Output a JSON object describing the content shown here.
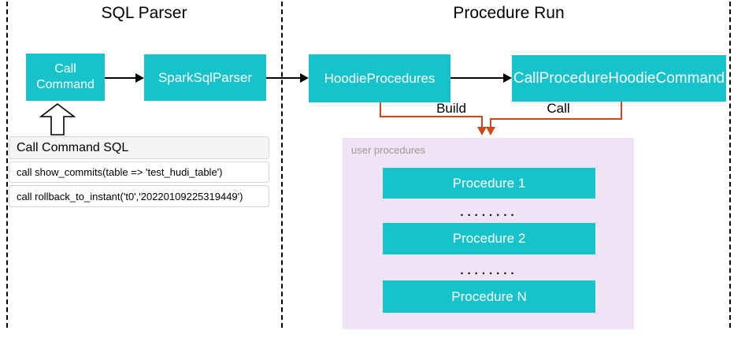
{
  "sections": {
    "sql_parser": {
      "title": "SQL Parser"
    },
    "procedure_run": {
      "title": "Procedure Run"
    }
  },
  "nodes": {
    "call_command": "Call Command",
    "spark_sql_parser": "SparkSqlParser",
    "hoodie_procedures": "HoodieProcedures",
    "call_procedure_hoodie_command": "CallProcedureHoodieCommand"
  },
  "sql_list": {
    "header": "Call Command SQL",
    "rows": [
      "call show_commits(table => 'test_hudi_table')",
      "call rollback_to_instant('t0','20220109225319449')"
    ]
  },
  "edges": {
    "build_label": "Build",
    "call_label": "Call"
  },
  "user_procedures": {
    "label": "user procedures",
    "items": [
      "Procedure 1",
      "Procedure 2",
      "Procedure N"
    ],
    "dots": "........"
  },
  "colors": {
    "teal": "#16C3CA",
    "orange": "#D14719",
    "lavender": "#F1E3F6",
    "gray_text": "#999999",
    "list_border": "#D6D6D6",
    "list_header_bg": "#F5F5F5"
  }
}
